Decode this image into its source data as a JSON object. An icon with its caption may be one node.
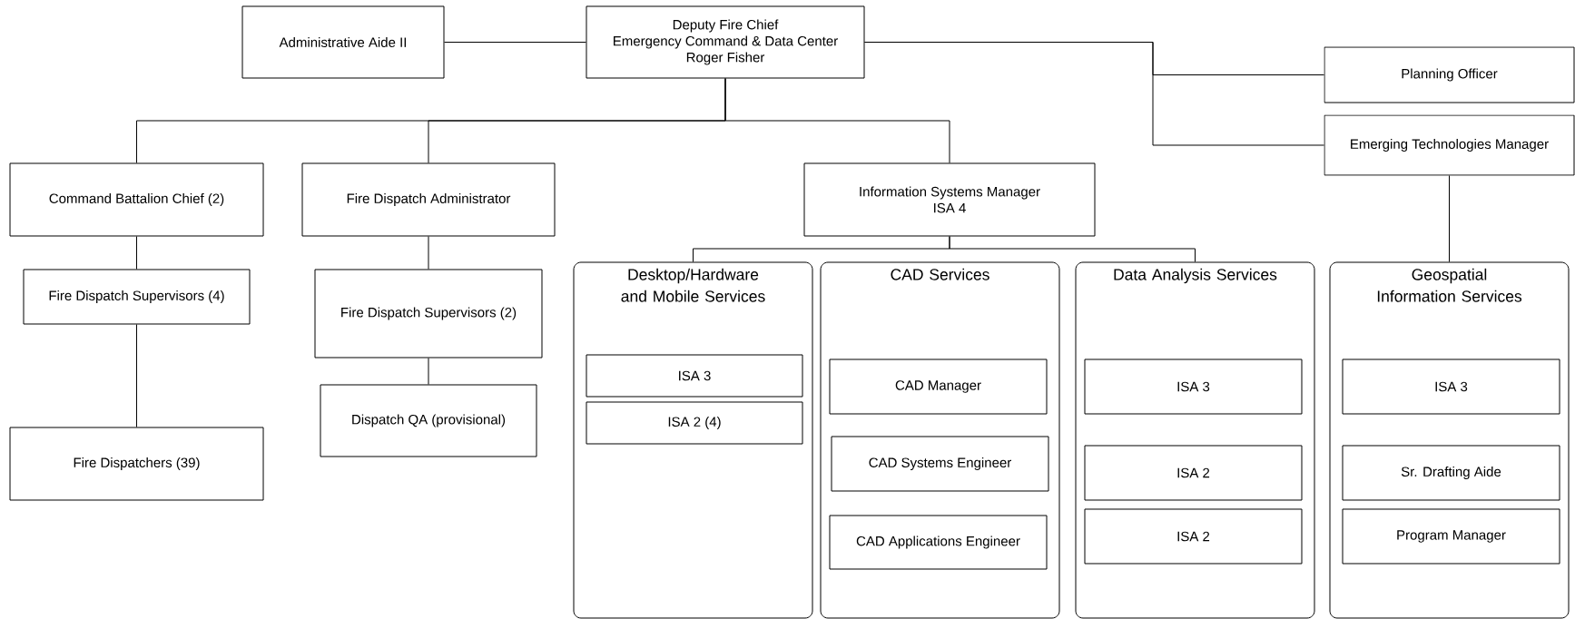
{
  "diagram": {
    "nodes": [
      {
        "text": [
          "Administrative Aide II"
        ]
      },
      {
        "text": [
          "Deputy Fire Chief",
          "Emergency Command & Data Center",
          "Roger Fisher"
        ]
      },
      {
        "text": [
          "Planning Officer"
        ]
      },
      {
        "text": [
          "Emerging Technologies Manager"
        ]
      },
      {
        "text": [
          "Command Battalion Chief (2)"
        ]
      },
      {
        "text": [
          "Fire Dispatch Administrator"
        ]
      },
      {
        "text": [
          "Information Systems Manager",
          "ISA 4"
        ]
      },
      {
        "text": [
          "Fire Dispatch Supervisors (4)"
        ]
      },
      {
        "text": [
          "Fire Dispatch Supervisors (2)"
        ]
      },
      {
        "text": [
          "Desktop/Hardware and Mobile Services"
        ]
      },
      {
        "text": [
          "ISA 3"
        ],
        "in": 9
      },
      {
        "text": [
          "ISA 2 (4)"
        ],
        "in": 9
      },
      {
        "text": [
          "CAD Services"
        ]
      },
      {
        "text": [
          "CAD Manager"
        ],
        "in": 12
      },
      {
        "text": [
          "CAD Systems Engineer"
        ],
        "in": 12
      },
      {
        "text": [
          "CAD Applications Engineer"
        ],
        "in": 12
      },
      {
        "text": [
          "Data Analysis Services"
        ]
      },
      {
        "text": [
          "ISA 3"
        ],
        "in": 16
      },
      {
        "text": [
          "ISA 2"
        ],
        "in": 16
      },
      {
        "text": [
          "ISA 2"
        ],
        "in": 16
      },
      {
        "text": [
          "Geospatial Information Services"
        ]
      },
      {
        "text": [
          "ISA 3"
        ],
        "in": 20
      },
      {
        "text": [
          "Sr. Drafting Aide"
        ],
        "in": 20
      },
      {
        "text": [
          "Program Manager"
        ],
        "in": 20
      },
      {
        "text": [
          "Dispatch QA (provisional)"
        ]
      },
      {
        "text": [
          "Fire Dispatchers (39)"
        ]
      }
    ],
    "edges": [
      {
        "from": 1,
        "to": 0,
        "arrow": "none"
      },
      {
        "from": 1,
        "to": 2,
        "arrow": "none"
      },
      {
        "from": 1,
        "to": 3,
        "arrow": "none"
      },
      {
        "from": 1,
        "to": 4,
        "arrow": "none"
      },
      {
        "from": 1,
        "to": 5,
        "arrow": "none"
      },
      {
        "from": 1,
        "to": 6,
        "arrow": "none"
      },
      {
        "from": 4,
        "to": 7,
        "arrow": "none"
      },
      {
        "from": 7,
        "to": 25,
        "arrow": "none"
      },
      {
        "from": 5,
        "to": 8,
        "arrow": "none"
      },
      {
        "from": 8,
        "to": 24,
        "arrow": "none"
      },
      {
        "from": 6,
        "to": 9,
        "arrow": "none"
      },
      {
        "from": 6,
        "to": 16,
        "arrow": "none"
      },
      {
        "from": 3,
        "to": 20,
        "arrow": "none"
      }
    ]
  }
}
